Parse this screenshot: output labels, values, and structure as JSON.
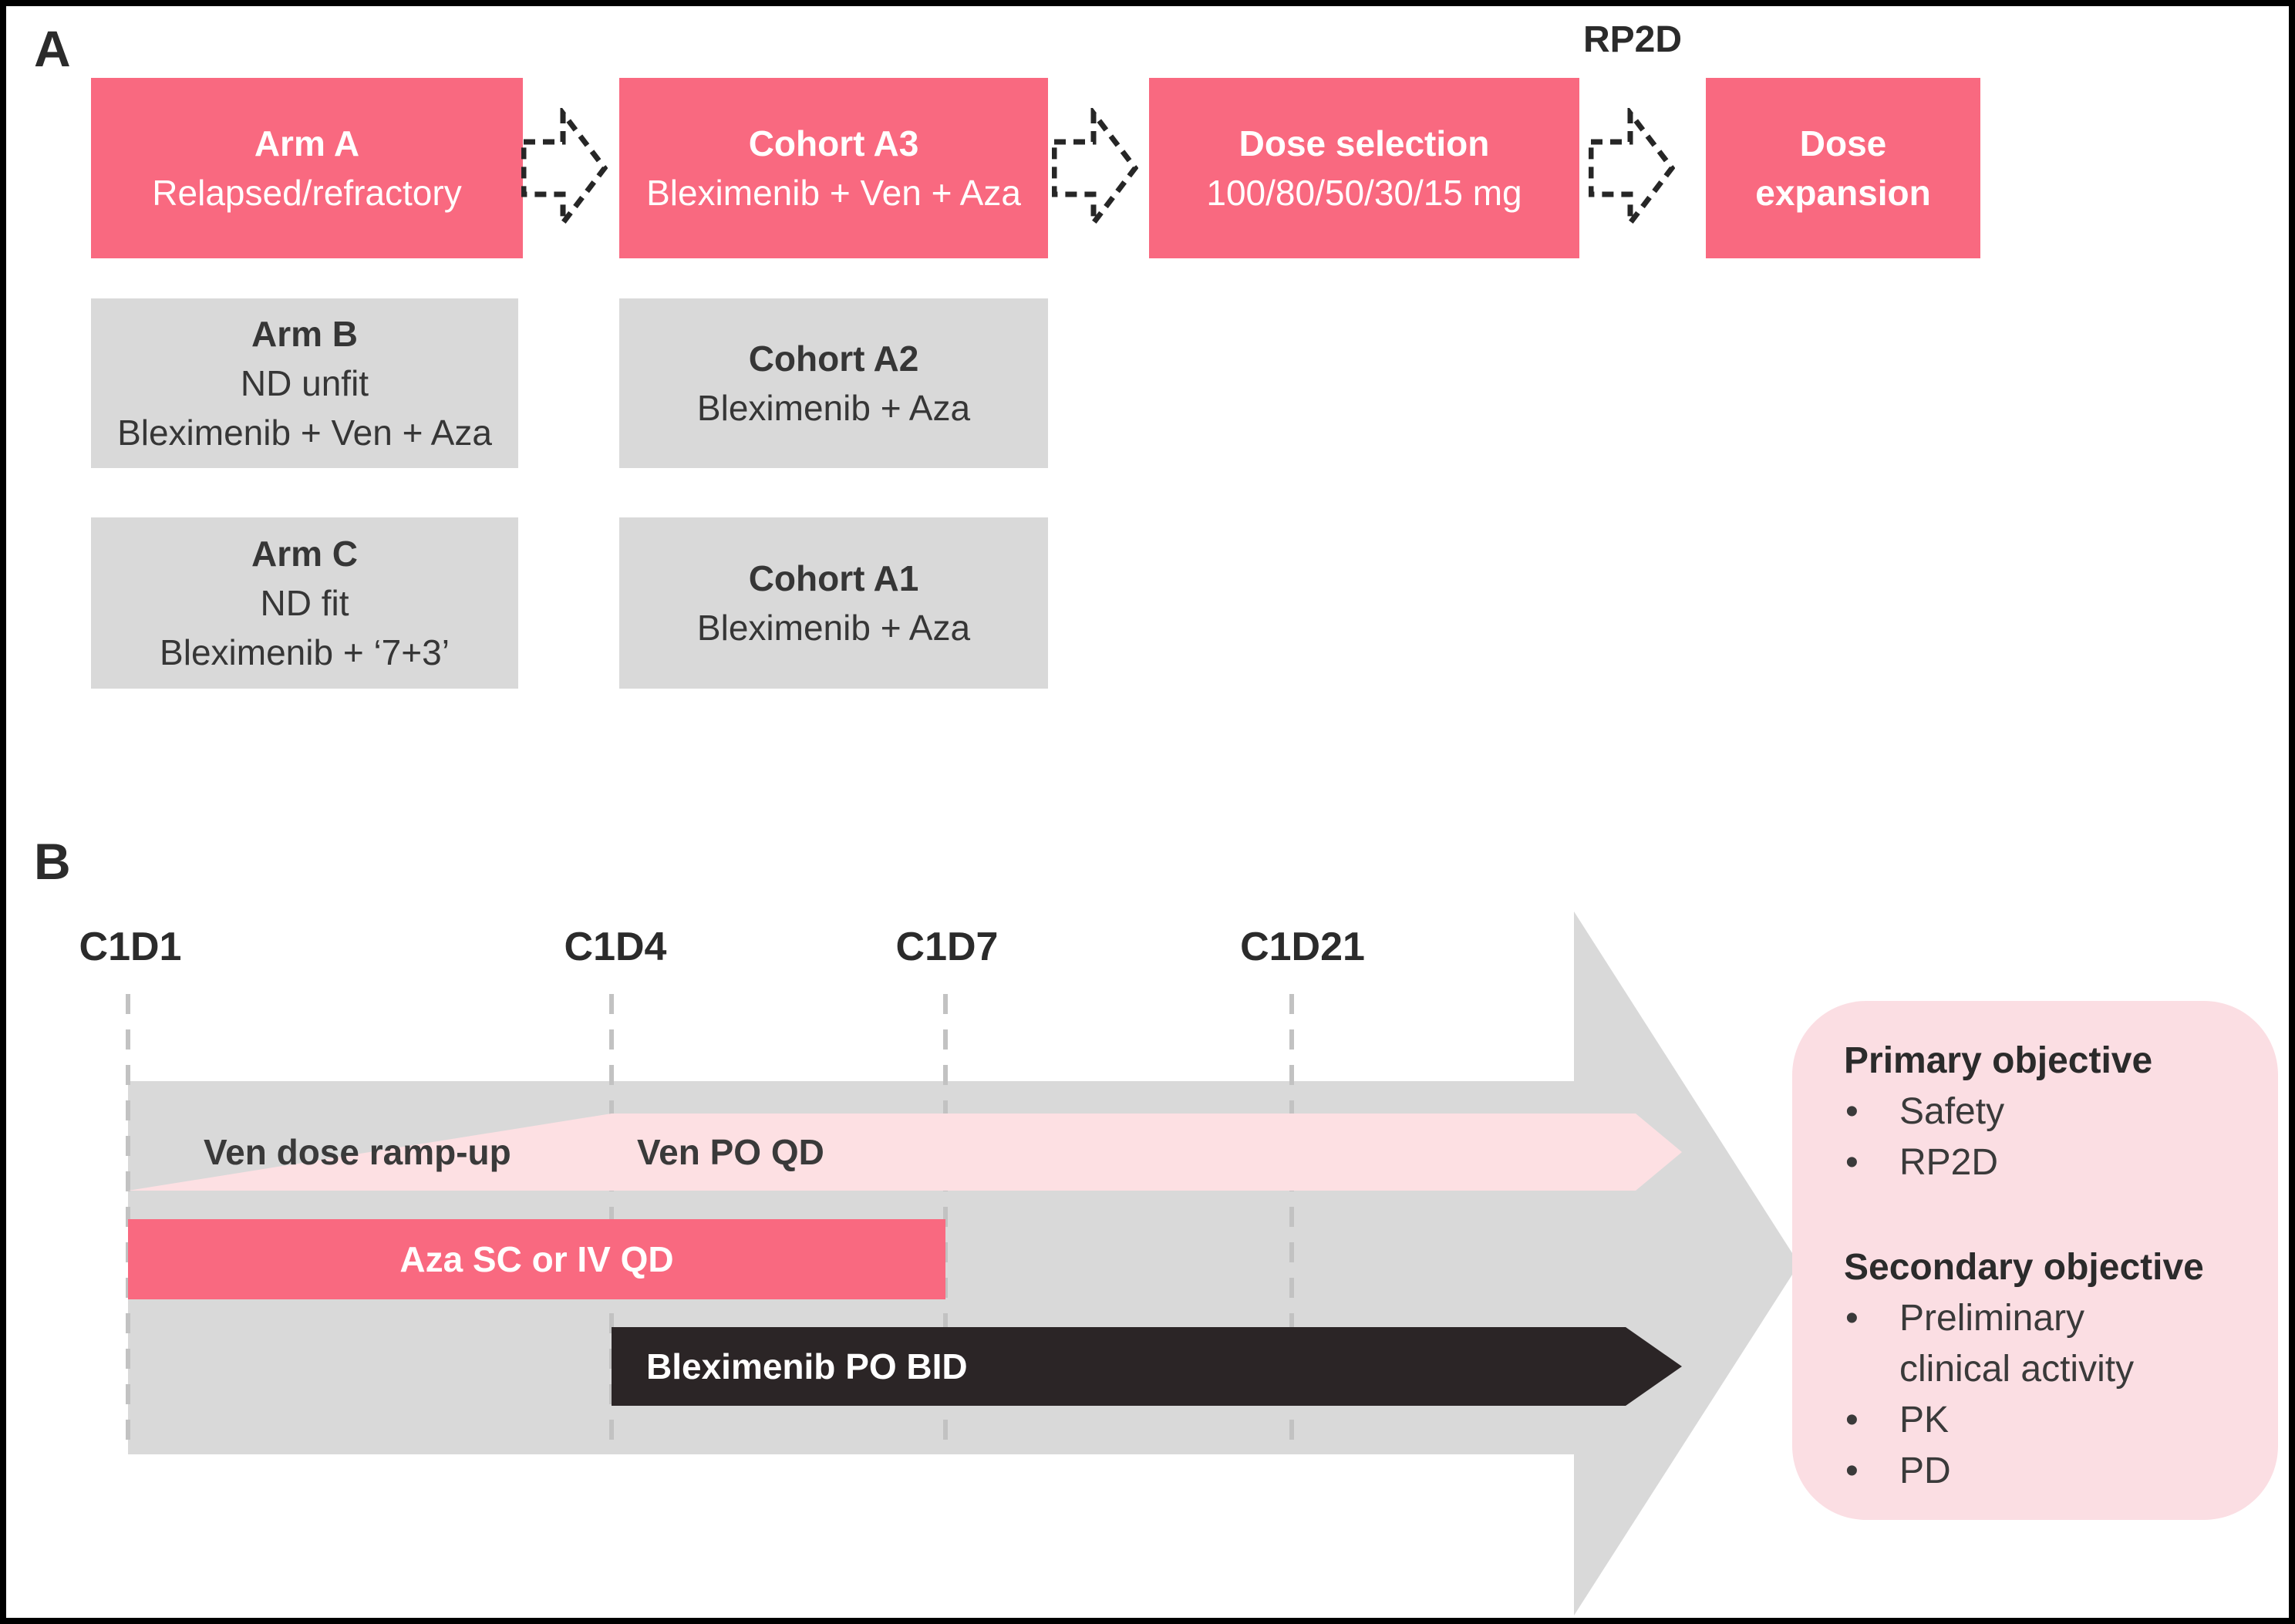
{
  "panel_a": {
    "label": "A",
    "flow": {
      "arm_a": {
        "title": "Arm A",
        "line2": "Relapsed/refractory"
      },
      "cohort_a3": {
        "title": "Cohort A3",
        "line2": "Bleximenib + Ven + Aza"
      },
      "dose_selection": {
        "title": "Dose selection",
        "line2": "100/80/50/30/15 mg"
      },
      "rp2d_label": "RP2D",
      "dose_expansion": {
        "line1": "Dose",
        "line2": "expansion"
      }
    },
    "secondary_boxes": {
      "arm_b": {
        "title": "Arm B",
        "line2": "ND unfit",
        "line3": "Bleximenib + Ven + Aza"
      },
      "cohort_a2": {
        "title": "Cohort A2",
        "line2": "Bleximenib + Aza"
      },
      "arm_c": {
        "title": "Arm C",
        "line2": "ND fit",
        "line3": "Bleximenib + ‘7+3’"
      },
      "cohort_a1": {
        "title": "Cohort A1",
        "line2": "Bleximenib + Aza"
      }
    }
  },
  "panel_b": {
    "label": "B",
    "timeline": [
      "C1D1",
      "C1D4",
      "C1D7",
      "C1D21"
    ],
    "bars": {
      "ven_ramp": "Ven dose ramp-up",
      "ven": "Ven PO QD",
      "aza": "Aza SC or IV QD",
      "bleximenib": "Bleximenib PO BID"
    },
    "objectives": {
      "primary_title": "Primary objective",
      "primary_items": [
        "Safety",
        "RP2D"
      ],
      "secondary_title": "Secondary objective",
      "secondary_items": [
        "Preliminary clinical activity",
        "PK",
        "PD"
      ]
    }
  },
  "colors": {
    "accent_pink": "#F96980",
    "light_pink_band": "#FDE0E3",
    "objectives_box_pink": "#FBDEE3",
    "gray": "#D9D9D9",
    "dash_gray": "#C2C2C2",
    "black_bar": "#2B2526"
  }
}
